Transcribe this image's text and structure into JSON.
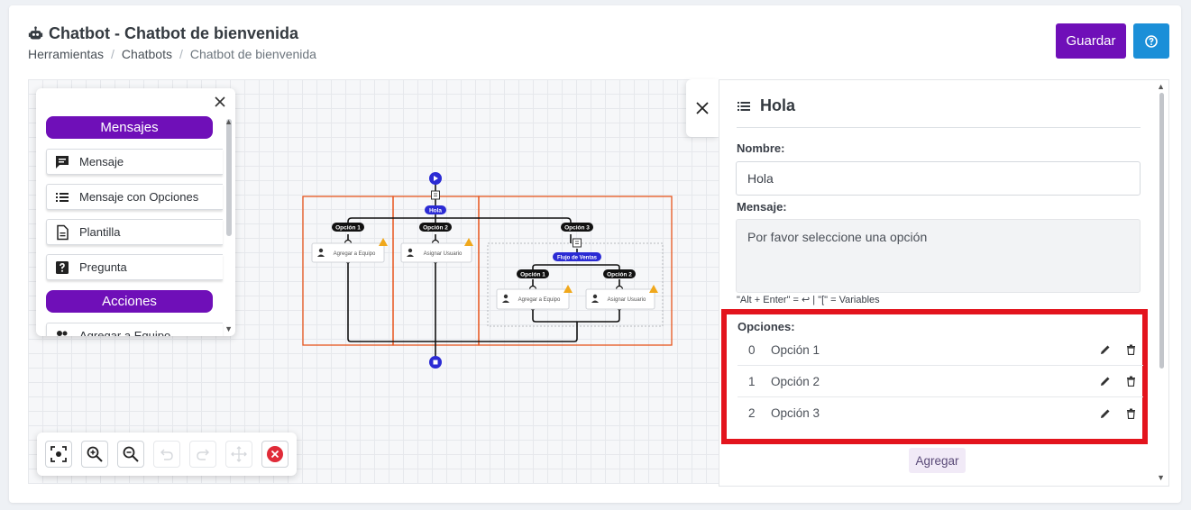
{
  "header": {
    "title": "Chatbot - Chatbot de bienvenida",
    "breadcrumb": [
      "Herramientas",
      "Chatbots",
      "Chatbot de bienvenida"
    ],
    "save_label": "Guardar"
  },
  "palette": {
    "section_messages": "Mensajes",
    "items": [
      {
        "label": "Mensaje",
        "icon": "message-icon"
      },
      {
        "label": "Mensaje con Opciones",
        "icon": "list-icon"
      },
      {
        "label": "Plantilla",
        "icon": "template-icon"
      },
      {
        "label": "Pregunta",
        "icon": "question-icon"
      }
    ],
    "section_actions": "Acciones",
    "partial_item": "Agregar a Equipo"
  },
  "flow": {
    "start_node": "Hola",
    "options": [
      "Opción 1",
      "Opción 2",
      "Opción 3"
    ],
    "actions": [
      "Agregar a Equipo",
      "Asignar Usuario"
    ],
    "sub_flow": "Flujo de Ventas",
    "sub_options": [
      "Opción 1",
      "Opción 2"
    ],
    "sub_actions": [
      "Agregar a Equipo",
      "Asignar Usuario"
    ]
  },
  "panel": {
    "title": "Hola",
    "name_label": "Nombre:",
    "name_value": "Hola",
    "message_label": "Mensaje:",
    "message_value": "Por favor seleccione una opción",
    "hint": "\"Alt + Enter\" = ↩ |   \"[\" = Variables",
    "options_label": "Opciones:",
    "options": [
      {
        "index": "0",
        "label": "Opción 1"
      },
      {
        "index": "1",
        "label": "Opción 2"
      },
      {
        "index": "2",
        "label": "Opción 3"
      }
    ],
    "add_label": "Agregar"
  },
  "colors": {
    "primary": "#6f0fb8",
    "info": "#1b8fd8",
    "highlight": "#e3141d",
    "flow_blue": "#2b2bd4",
    "flow_frame": "#e8551c"
  }
}
